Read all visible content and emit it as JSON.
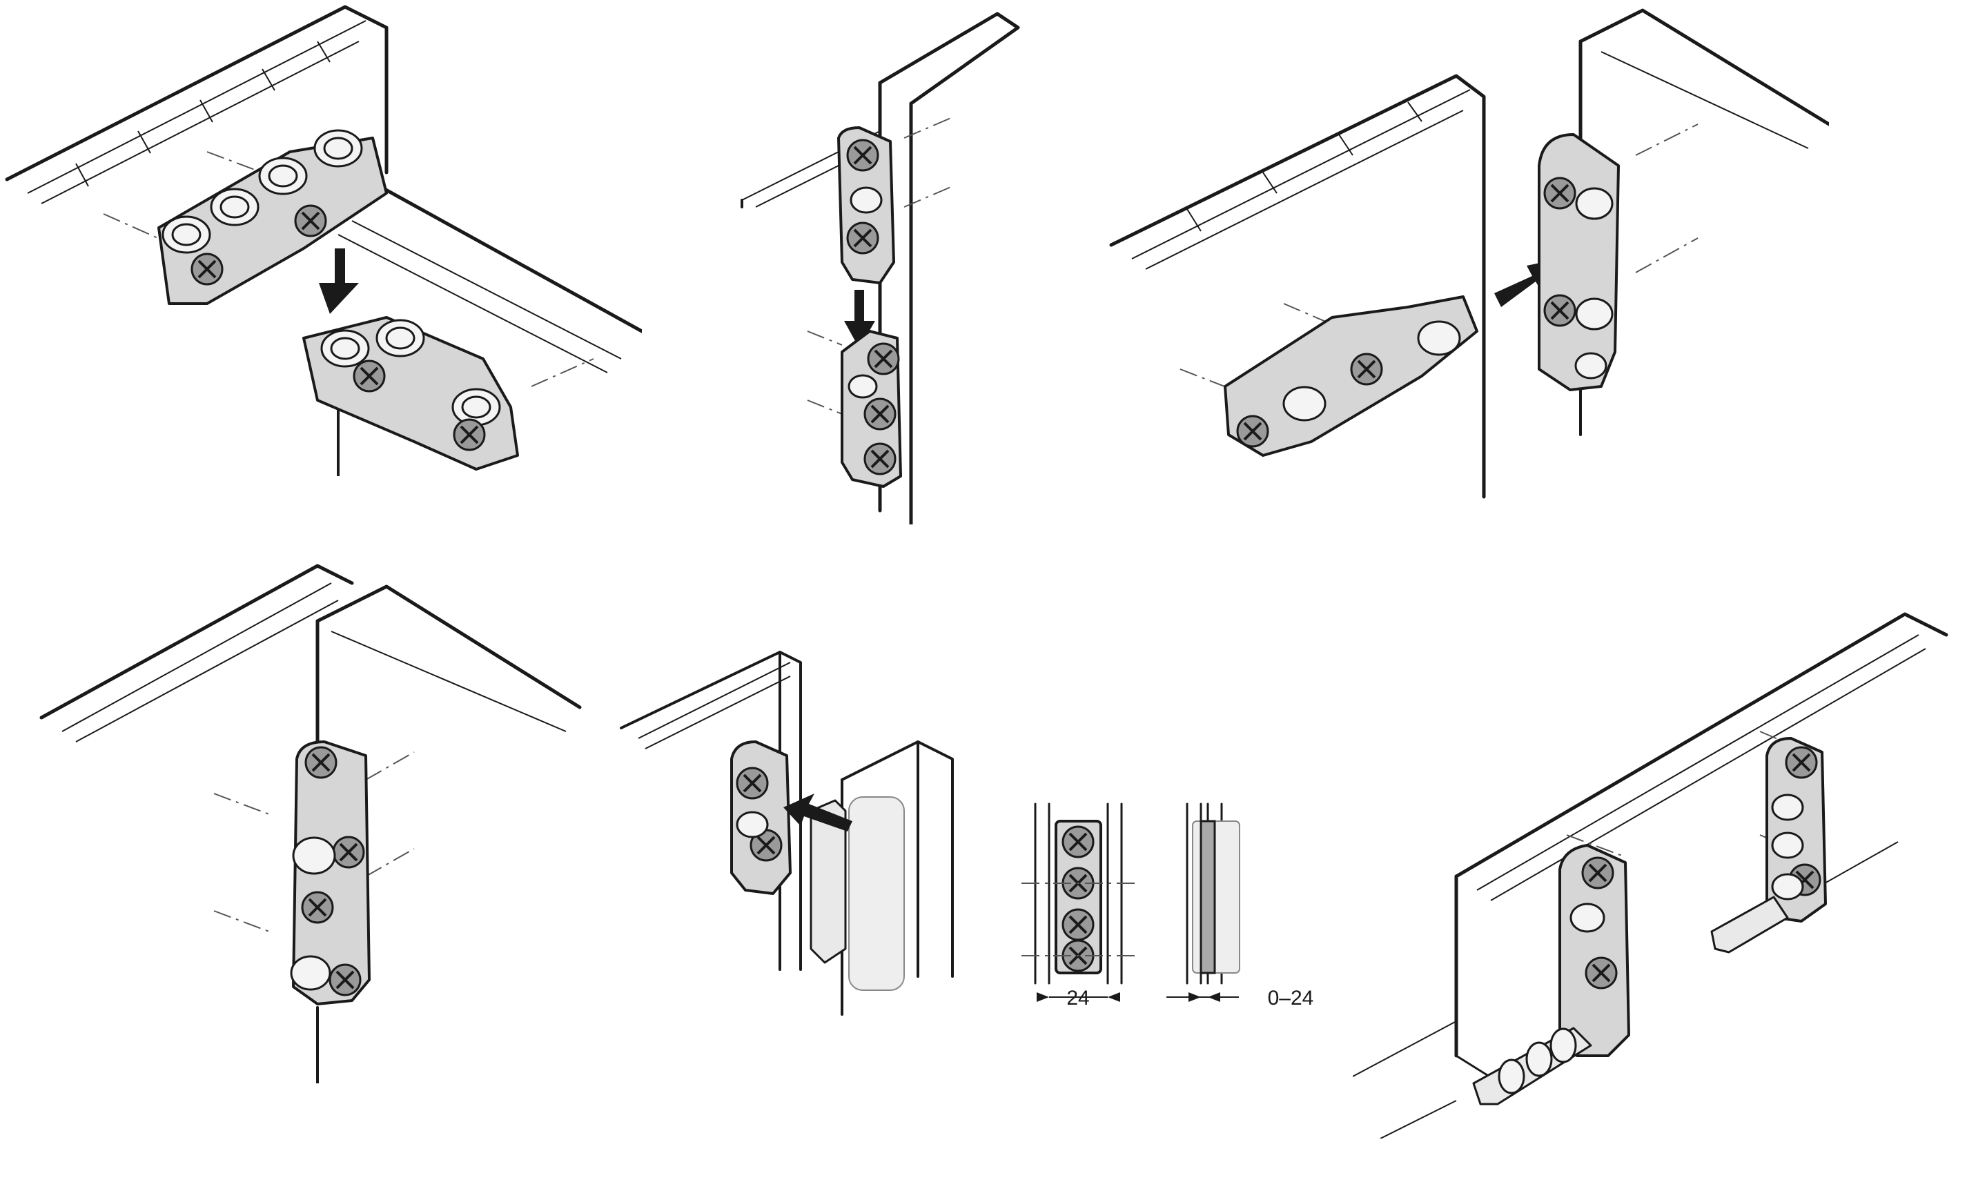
{
  "figure": {
    "panels": [
      {
        "id": "p1",
        "arrow": "down"
      },
      {
        "id": "p2",
        "arrow": "down"
      },
      {
        "id": "p3",
        "arrow": "right"
      },
      {
        "id": "p4"
      },
      {
        "id": "p5",
        "arrow": "left",
        "dimensions": {
          "spacing": "24",
          "adjust": "0–24"
        }
      },
      {
        "id": "p6"
      }
    ],
    "colors": {
      "line": "#1a1a1a",
      "part_fill": "#d6d6d6",
      "background": "#ffffff"
    }
  }
}
